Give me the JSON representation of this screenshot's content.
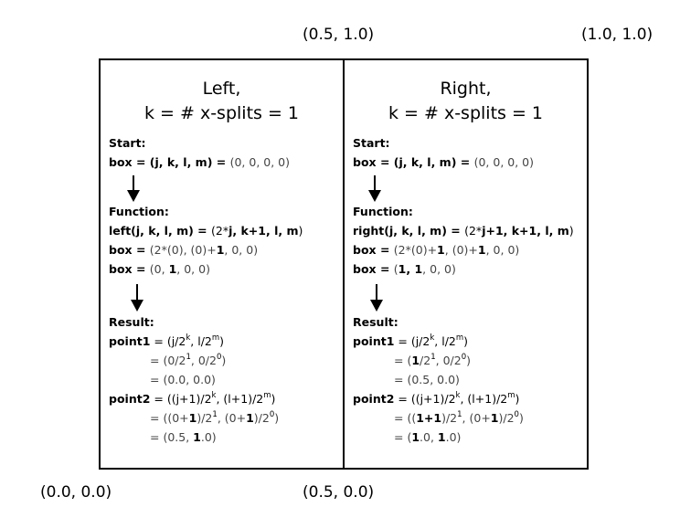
{
  "corners": {
    "top_mid": "(0.5, 1.0)",
    "top_right": "(1.0, 1.0)",
    "bottom_left": "(0.0, 0.0)",
    "bottom_mid": "(0.5, 0.0)"
  },
  "left": {
    "title_1": "Left,",
    "title_2": "k = # x-splits = 1",
    "start_label": "Start:",
    "start_box_lhs": "box = (j, k, l, m) = ",
    "start_box_val": "(0, 0, 0, 0)",
    "function_label": "Function:",
    "func_def_name": "left(j, k, l, m) = ",
    "func_def_a": "(2*",
    "func_def_b": "j, k+1, l, m",
    "func_def_c": ")",
    "box1_lhs": "box = ",
    "box1_a": "(2*(0), (0)+",
    "box1_b": "1",
    "box1_c": ", 0, 0)",
    "box2_lhs": "box = ",
    "box2_a": "(0, ",
    "box2_b": "1",
    "box2_c": ", 0, 0)",
    "result_label": "Result:",
    "p1_name": "point1",
    "p1_eq": " = (j/2",
    "p1_sup_k": "k",
    "p1_mid": ", l/2",
    "p1_sup_m": "m",
    "p1_end": ")",
    "p1_l2_a": "= (0/2",
    "p1_l2_sup1": "1",
    "p1_l2_b": ", 0/2",
    "p1_l2_sup2": "0",
    "p1_l2_c": ")",
    "p1_l3": "= (0.0, 0.0)",
    "p2_name": "point2",
    "p2_eq": " = ((j+1)/2",
    "p2_sup_k": "k",
    "p2_mid": ", (l+1)/2",
    "p2_sup_m": "m",
    "p2_end": ")",
    "p2_l2_a": "= ((0+",
    "p2_l2_b": "1",
    "p2_l2_c": ")/2",
    "p2_l2_sup1": "1",
    "p2_l2_d": ", (0+",
    "p2_l2_e": "1",
    "p2_l2_f": ")/2",
    "p2_l2_sup2": "0",
    "p2_l2_g": ")",
    "p2_l3_a": "= (0.5, ",
    "p2_l3_b": "1",
    "p2_l3_c": ".0)"
  },
  "right": {
    "title_1": "Right,",
    "title_2": "k = # x-splits = 1",
    "start_label": "Start:",
    "start_box_lhs": "box = (j, k, l, m) = ",
    "start_box_val": "(0, 0, 0, 0)",
    "function_label": "Function:",
    "func_def_name": "right(j, k, l, m) = ",
    "func_def_a": "(2*",
    "func_def_b": "j+1, k+1, l, m",
    "func_def_c": ")",
    "box1_lhs": "box = ",
    "box1_a": "(2*(0)+",
    "box1_b": "1",
    "box1_c": ", (0)+",
    "box1_d": "1",
    "box1_e": ", 0, 0)",
    "box2_lhs": "box = ",
    "box2_a": "(",
    "box2_b": "1, 1",
    "box2_c": ", 0, 0)",
    "result_label": "Result:",
    "p1_name": "point1",
    "p1_eq": " = (j/2",
    "p1_sup_k": "k",
    "p1_mid": ", l/2",
    "p1_sup_m": "m",
    "p1_end": ")",
    "p1_l2_a": "= (",
    "p1_l2_b": "1",
    "p1_l2_c": "/2",
    "p1_l2_sup1": "1",
    "p1_l2_d": ", 0/2",
    "p1_l2_sup2": "0",
    "p1_l2_e": ")",
    "p1_l3": "= (0.5, 0.0)",
    "p2_name": "point2",
    "p2_eq": " = ((j+1)/2",
    "p2_sup_k": "k",
    "p2_mid": ", (l+1)/2",
    "p2_sup_m": "m",
    "p2_end": ")",
    "p2_l2_a": "= ((",
    "p2_l2_b": "1+1",
    "p2_l2_c": ")/2",
    "p2_l2_sup1": "1",
    "p2_l2_d": ", (0+",
    "p2_l2_e": "1",
    "p2_l2_f": ")/2",
    "p2_l2_sup2": "0",
    "p2_l2_g": ")",
    "p2_l3_a": "= (",
    "p2_l3_b": "1",
    "p2_l3_c": ".0, ",
    "p2_l3_d": "1",
    "p2_l3_e": ".0)"
  }
}
